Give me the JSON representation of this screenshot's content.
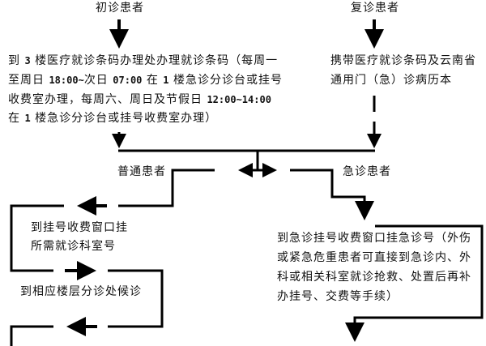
{
  "nodes": {
    "first_visit": "初诊患者",
    "return_visit": "复诊患者",
    "first_visit_instruction": {
      "lines": [
        [
          "到 ",
          "3",
          " 楼医疗就诊条码办理处办理就诊条码（每周一"
        ],
        [
          "至周日 ",
          "18:00~",
          "次日 ",
          "07:00",
          " 在 ",
          "1",
          " 楼急诊分诊台或挂号"
        ],
        [
          "收费室办理，每周六、周日及节假日 ",
          "12:00~14:00",
          ""
        ],
        [
          "在 ",
          "1",
          " 楼急诊分诊台或挂号收费室办理）"
        ]
      ]
    },
    "return_visit_instruction": {
      "lines": [
        "携带医疗就诊条码及云南省",
        "通用门（急）诊病历本"
      ]
    },
    "general_patient": "普通患者",
    "emergency_patient": "急诊患者",
    "general_register": {
      "lines": [
        "到挂号收费窗口挂",
        "所需就诊科室号"
      ]
    },
    "wait_at_floor": "到相应楼层分诊处候诊",
    "emergency_register": {
      "lines": [
        "到急诊挂号收费窗口挂急诊号（外伤",
        "或紧急危重患者可直接到急诊内、外",
        "科或相关科室就诊抢救、处置后再补",
        "办挂号、交费等手续）"
      ]
    }
  },
  "colors": {
    "line": "#000000",
    "text": "#111111",
    "background": "#ffffff"
  }
}
